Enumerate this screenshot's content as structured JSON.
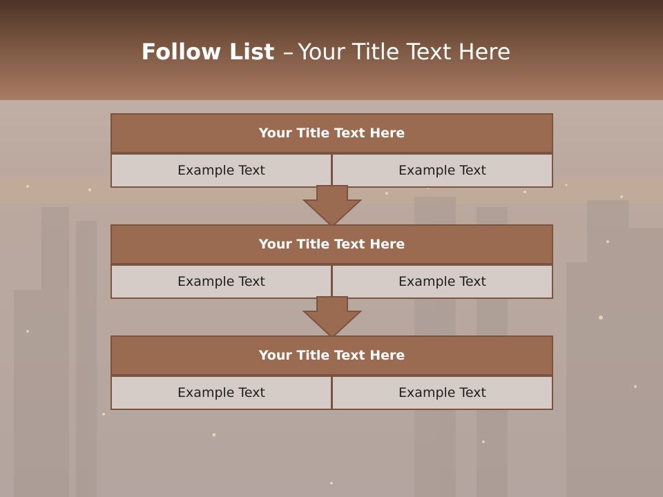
{
  "slide": {
    "title_bold": "Follow List",
    "title_sep": "–",
    "title_rest": "Your Title Text Here"
  },
  "steps": [
    {
      "title": "Your Title Text Here",
      "left": "Example Text",
      "right": "Example Text"
    },
    {
      "title": "Your Title Text Here",
      "left": "Example Text",
      "right": "Example Text"
    },
    {
      "title": "Your Title Text Here",
      "left": "Example Text",
      "right": "Example Text"
    }
  ],
  "colors": {
    "header_dark": "#4c3426",
    "header_light": "#a77c62",
    "box_fill": "#9a6b50",
    "box_border": "#7a5440",
    "cell_fill": "#d6ccc7",
    "arrow_fill": "#9a6b50"
  }
}
